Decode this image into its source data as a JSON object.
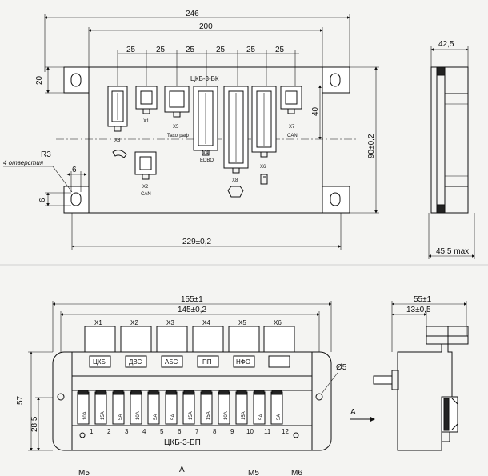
{
  "top_view": {
    "dims": {
      "overall_width": "246",
      "hole_spacing": "200",
      "pitch": [
        "25",
        "25",
        "25",
        "25",
        "25",
        "25"
      ],
      "left_20": "20",
      "right_40": "40",
      "r3": "R3",
      "holes_note": "4 отверстия",
      "d6_h": "6",
      "d6_v": "6",
      "base_width": "229±0,2",
      "height_right": "90±0,2"
    },
    "title": "ЦКБ-3-БК",
    "connectors": {
      "x3": "X3",
      "x1": "X1",
      "x5": "X5",
      "x5_sub": "Тахограф",
      "x4": "X4",
      "x4_sub": "EDBO",
      "x8": "X8",
      "x6": "X6",
      "x7": "X7",
      "x7_sub": "CAN",
      "x2": "X2",
      "x2_sub": "CAN"
    }
  },
  "side_view_top": {
    "dims": {
      "width": "42,5",
      "max": "45,5 max"
    }
  },
  "front_view": {
    "dims": {
      "overall": "155±1",
      "mount": "145±0,2",
      "height": "57",
      "h28": "28,5",
      "hole": "Ø5"
    },
    "slots": [
      "X1",
      "X2",
      "X3",
      "X4",
      "X5",
      "X6"
    ],
    "labels": [
      "ЦКБ",
      "ДВС",
      "АБС",
      "ПП",
      "НФО",
      ""
    ],
    "fuses": [
      "10A",
      "15A",
      "5A",
      "10A",
      "5A",
      "5A",
      "15A",
      "15A",
      "10A",
      "15A",
      "5A",
      "5A"
    ],
    "numbers": [
      "1",
      "2",
      "3",
      "4",
      "5",
      "6",
      "7",
      "8",
      "9",
      "10",
      "11",
      "12"
    ],
    "model": "ЦКБ-3-БП",
    "view_arrow": "А",
    "bottom_left": "М5",
    "bottom_center": "А",
    "bottom_right_1": "М5",
    "bottom_right_2": "М6"
  },
  "side_view_bottom": {
    "dims": {
      "outer": "55±1",
      "inner": "13±0,5"
    }
  }
}
